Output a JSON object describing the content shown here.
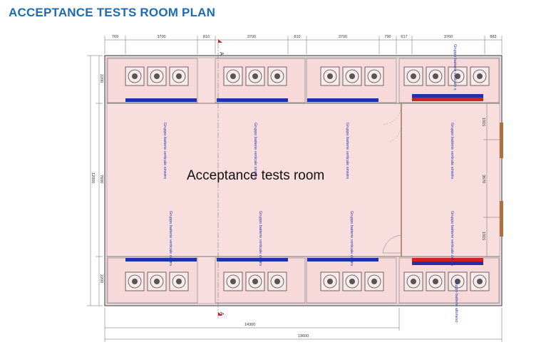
{
  "title": "ACCEPTANCE TESTS ROOM PLAN",
  "room_label": "Acceptance tests room",
  "section_marker": "A",
  "dimensions": {
    "top": [
      "769",
      "3700",
      "810",
      "3700",
      "810",
      "3700",
      "790",
      "617",
      "3760",
      "883"
    ],
    "left_top": "2200",
    "left_middle": "7600",
    "left_bottom": "2200",
    "left_total": "12000",
    "right_top": "1915",
    "right_middle": "3670",
    "right_bottom": "1915",
    "bottom_partial": "14300",
    "bottom_total": "19600"
  },
  "battery_labels": {
    "upper": [
      "Gruppo batterie verticale sinistro",
      "Gruppo batterie verticale sinistro",
      "Gruppo batterie verticale sinistro",
      "Gruppo batterie verticale sinistro"
    ],
    "lower": [
      "Gruppo batterie verticale destro",
      "Gruppo batterie verticale destro",
      "Gruppo batterie verticale destro",
      "Gruppo batterie verticale destro"
    ],
    "corner_top": "Gruppo batterie verticale s",
    "corner_bottom": "Gruppo batterie altoneso"
  },
  "colors": {
    "title": "#1f6bb0",
    "room_fill": "#f9dede",
    "bay_fill": "#f7d9d9",
    "blue_rack": "#2330a8",
    "red_rack": "#d42020",
    "label_blue": "#2a3ab0",
    "marker_red": "#d42020"
  }
}
